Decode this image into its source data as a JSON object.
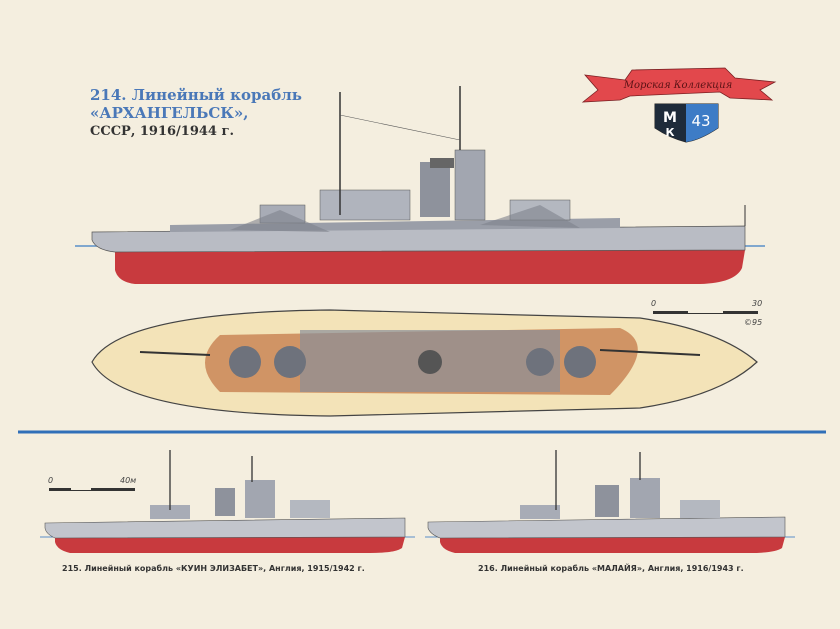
{
  "heading": {
    "line1": "214. Линейный корабль",
    "line2": "«АРХАНГЕЛЬСК»,",
    "line3": "СССР, 1916/1944 г."
  },
  "logo": {
    "ribbon_text": "Морская Коллекция",
    "letters": "МК",
    "issue": "43"
  },
  "scale_main": {
    "start": "0",
    "end": "30",
    "author_mark": "©95"
  },
  "scale_small": {
    "start": "0",
    "end": "40м"
  },
  "captions": {
    "ship215": "215. Линейный корабль «КУИН ЭЛИЗАБЕТ», Англия, 1915/1942 г.",
    "ship216": "216. Линейный корабль «МАЛАЙЯ», Англия, 1916/1943 г."
  },
  "colors": {
    "background": "#f4eedf",
    "hull_red": "#c83a3e",
    "hull_grey": "#b9bcc4",
    "divider_blue": "#2f6fb8",
    "deck_wood": "#c47a4a",
    "deck_cream": "#f3e3b8",
    "title_blue": "#4a78b8"
  }
}
